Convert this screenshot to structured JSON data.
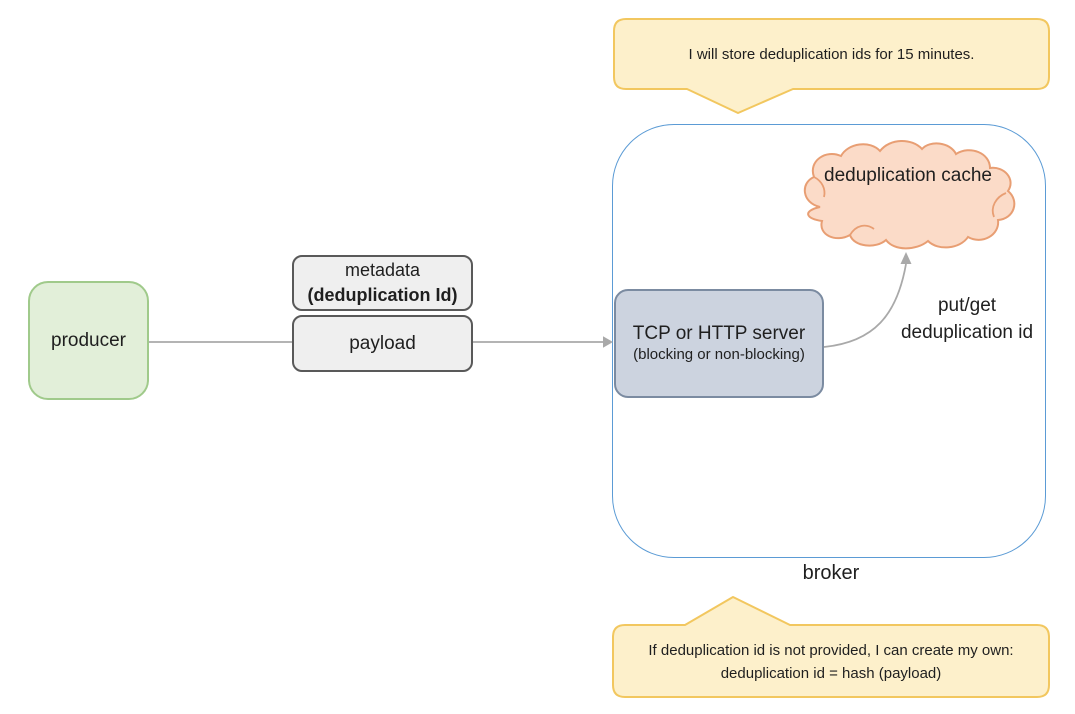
{
  "colors": {
    "producer_fill": "#e2efd9",
    "producer_border": "#a0ca8b",
    "message_fill": "#efefef",
    "message_border": "#595959",
    "server_fill": "#ccd3df",
    "server_border": "#7b8ba1",
    "cloud_fill": "#fbdbc8",
    "cloud_border": "#e89e73",
    "broker_border": "#5b9bd5",
    "callout_fill": "#fdf0cb",
    "callout_border": "#f2c75f",
    "arrow": "#a9a9a9",
    "text": "#1f1f1f"
  },
  "producer": {
    "label": "producer"
  },
  "message": {
    "metadata_label": "metadata",
    "metadata_detail": "(deduplication Id)",
    "payload_label": "payload"
  },
  "broker": {
    "label": "broker",
    "server": {
      "title": "TCP or HTTP server",
      "subtitle": "(blocking or non-blocking)"
    },
    "cache": {
      "label": "deduplication cache"
    },
    "cache_arrow": {
      "label_line1": "put/get",
      "label_line2": "deduplication id"
    }
  },
  "callouts": {
    "top": {
      "text": "I will store deduplication ids for 15 minutes."
    },
    "bottom": {
      "line1": "If deduplication id is not provided, I can create my own:",
      "line2": "deduplication id = hash (payload)"
    }
  }
}
